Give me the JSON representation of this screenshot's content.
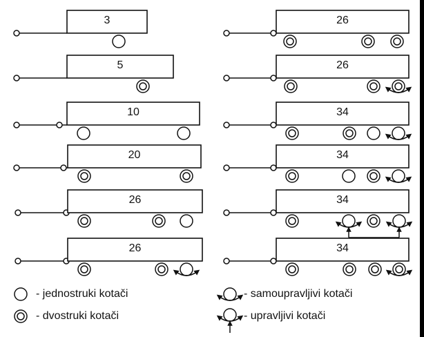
{
  "trailers": {
    "left": [
      {
        "number": "3",
        "wheels": [
          "single"
        ]
      },
      {
        "number": "5",
        "wheels": [
          "dual"
        ]
      },
      {
        "number": "10",
        "wheels": [
          "single",
          "single"
        ]
      },
      {
        "number": "20",
        "wheels": [
          "dual",
          "dual"
        ]
      },
      {
        "number": "26",
        "wheels": [
          "dual",
          "dual",
          "single"
        ]
      },
      {
        "number": "26",
        "wheels": [
          "dual",
          "dual",
          "self-steering"
        ]
      }
    ],
    "right": [
      {
        "number": "26",
        "wheels": [
          "dual",
          "dual",
          "dual"
        ]
      },
      {
        "number": "26",
        "wheels": [
          "dual",
          "dual",
          "self-steering-dual"
        ]
      },
      {
        "number": "34",
        "wheels": [
          "dual",
          "dual",
          "single",
          "self-steering"
        ]
      },
      {
        "number": "34",
        "wheels": [
          "dual",
          "single",
          "dual",
          "self-steering"
        ]
      },
      {
        "number": "34",
        "wheels": [
          "dual",
          "steered",
          "dual",
          "steered"
        ],
        "linked_steering": true
      },
      {
        "number": "34",
        "wheels": [
          "dual",
          "dual",
          "dual",
          "self-steering-dual"
        ]
      }
    ]
  },
  "legend": {
    "single": "- jednostruki kotači",
    "dual": "- dvostruki kotači",
    "self_steering": "- samoupravljivi kotači",
    "steered": "- upravljivi kotači"
  },
  "icons": {
    "single": "single-wheel-icon",
    "dual": "dual-wheel-icon",
    "self_steering": "self-steering-wheel-icon",
    "steered": "steered-wheel-icon"
  },
  "colors": {
    "line": "#111111",
    "background": "#ffffff"
  }
}
